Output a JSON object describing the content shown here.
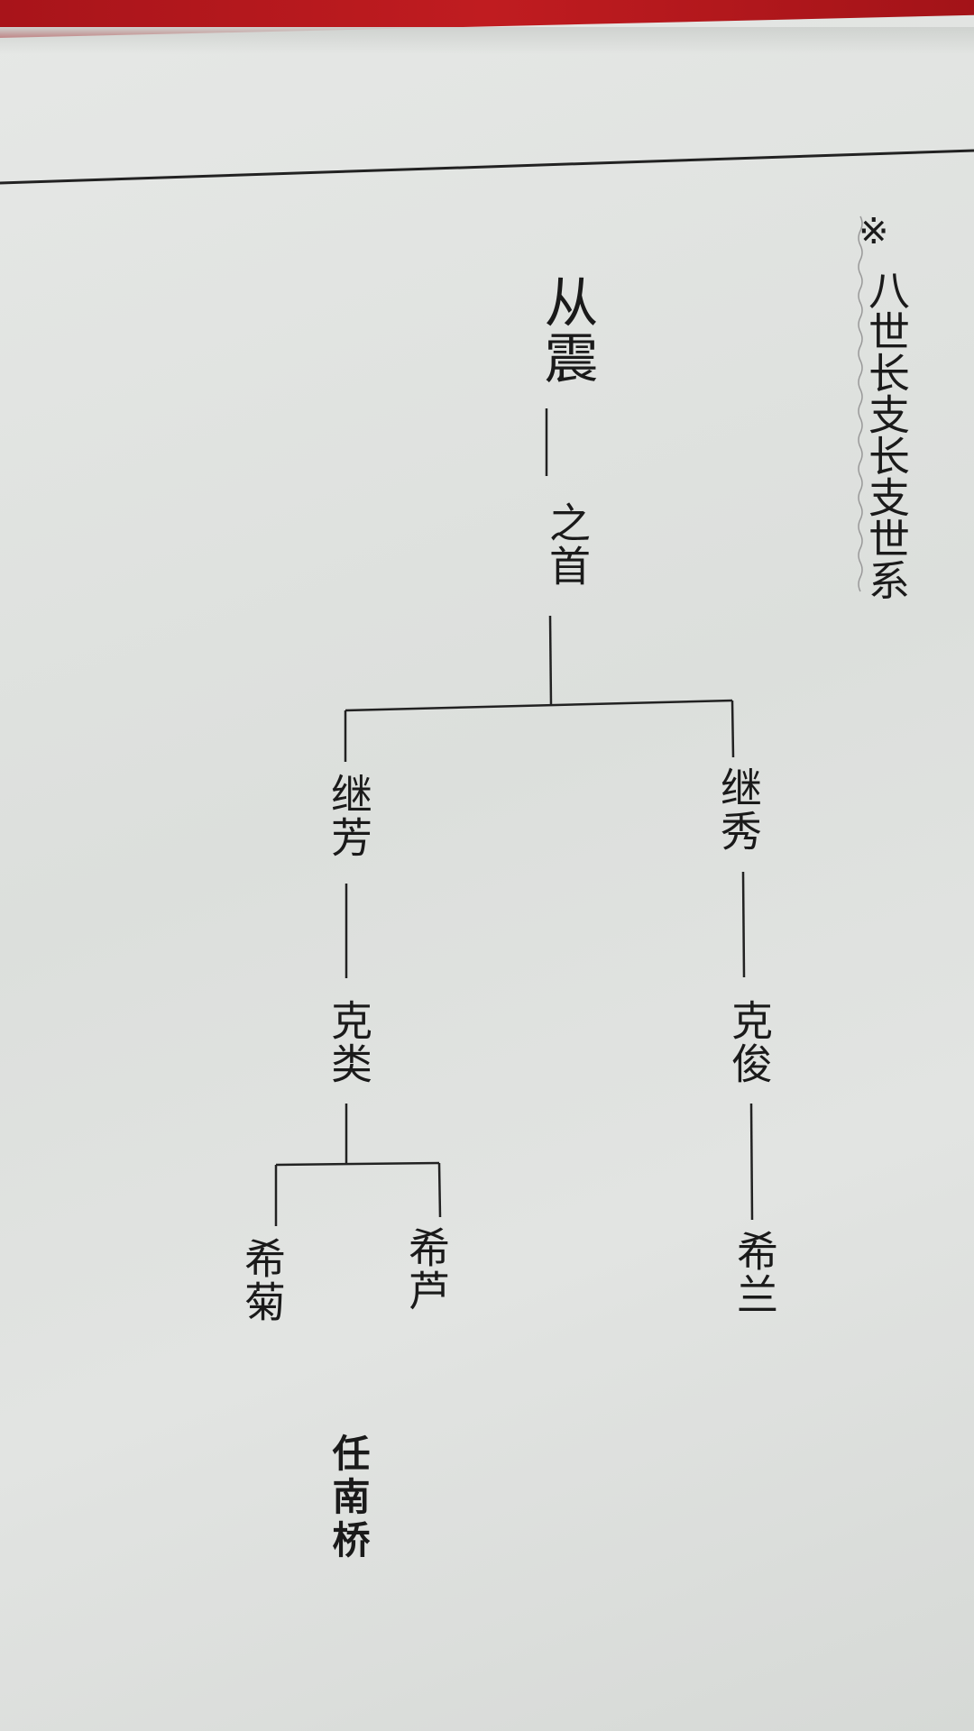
{
  "header": {
    "mark": "※",
    "title": "八世长支长支世系"
  },
  "tree": {
    "root": "从震",
    "gen1": "之首",
    "gen2": [
      "继芳",
      "继秀"
    ],
    "gen3": [
      "克类",
      "克俊"
    ],
    "gen4": [
      "希菊",
      "希芦",
      "希兰"
    ]
  },
  "signature": "任南桥"
}
